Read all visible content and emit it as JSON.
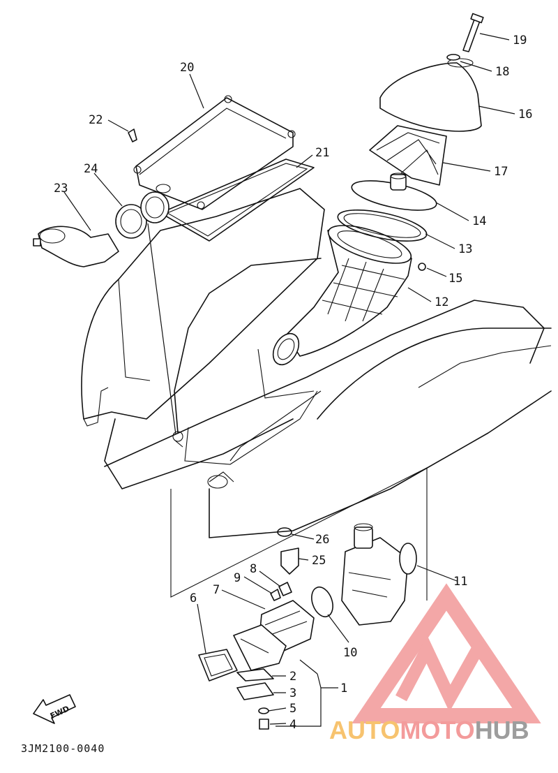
{
  "diagram": {
    "drawing_code": "3JM2100-0040",
    "fwd_label": "FWD",
    "colors": {
      "line": "#111111",
      "background": "#ffffff",
      "watermark_red": "#f0a0a0",
      "watermark_orange": "#f5a623",
      "watermark_gray": "#8a8a8a"
    },
    "parts": [
      {
        "id": "p1",
        "label": "1"
      },
      {
        "id": "p2",
        "label": "2"
      },
      {
        "id": "p3",
        "label": "3"
      },
      {
        "id": "p4",
        "label": "4"
      },
      {
        "id": "p5",
        "label": "5"
      },
      {
        "id": "p6",
        "label": "6"
      },
      {
        "id": "p7",
        "label": "7"
      },
      {
        "id": "p8",
        "label": "8"
      },
      {
        "id": "p9",
        "label": "9"
      },
      {
        "id": "p10",
        "label": "10"
      },
      {
        "id": "p11",
        "label": "11"
      },
      {
        "id": "p12",
        "label": "12"
      },
      {
        "id": "p13",
        "label": "13"
      },
      {
        "id": "p14",
        "label": "14"
      },
      {
        "id": "p15",
        "label": "15"
      },
      {
        "id": "p16",
        "label": "16"
      },
      {
        "id": "p17",
        "label": "17"
      },
      {
        "id": "p18",
        "label": "18"
      },
      {
        "id": "p19",
        "label": "19"
      },
      {
        "id": "p20",
        "label": "20"
      },
      {
        "id": "p21",
        "label": "21"
      },
      {
        "id": "p22",
        "label": "22"
      },
      {
        "id": "p23",
        "label": "23"
      },
      {
        "id": "p24",
        "label": "24"
      },
      {
        "id": "p25",
        "label": "25"
      },
      {
        "id": "p26",
        "label": "26"
      }
    ]
  },
  "watermark": {
    "part1": "AUTO",
    "part2": "MOTO",
    "part3": "HUB"
  }
}
